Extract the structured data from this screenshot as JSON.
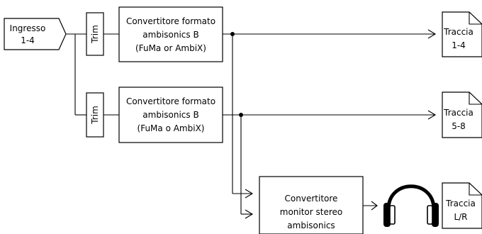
{
  "input": {
    "line1": "Ingresso",
    "line2": "1-4"
  },
  "trim_labels": [
    "Trim",
    "Trim"
  ],
  "converters": [
    {
      "line1": "Convertitore formato",
      "line2": "ambisonics B",
      "line3": "(FuMa or AmbiX)"
    },
    {
      "line1": "Convertitore formato",
      "line2": "ambisonics B",
      "line3": "(FuMa o AmbiX)"
    }
  ],
  "monitor_converter": {
    "line1": "Convertitore",
    "line2": "monitor stereo",
    "line3": "ambisonics"
  },
  "tracks": [
    {
      "line1": "Traccia",
      "line2": "1-4"
    },
    {
      "line1": "Traccia",
      "line2": "5-8"
    },
    {
      "line1": "Traccia",
      "line2": "L/R"
    }
  ],
  "icons": {
    "headphones": "headphones-icon"
  }
}
